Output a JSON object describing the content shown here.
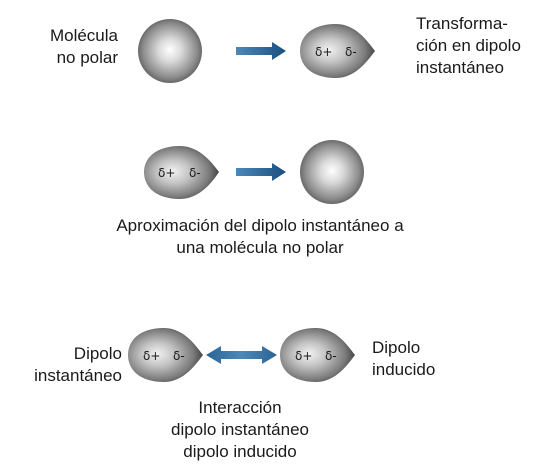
{
  "row1": {
    "left_label": [
      "Molécula",
      "no polar"
    ],
    "right_label": [
      "Transforma-",
      "ción en dipolo",
      "instantáneo"
    ],
    "dipole_plus": "δ+",
    "dipole_minus": "δ-"
  },
  "row2": {
    "dipole_plus": "δ+",
    "dipole_minus": "δ-",
    "caption": [
      "Aproximación del dipolo instantáneo a",
      "una molécula no polar"
    ]
  },
  "row3": {
    "left_label": [
      "Dipolo",
      "instantáneo"
    ],
    "right_label": [
      "Dipolo",
      "inducido"
    ],
    "left_plus": "δ+",
    "left_minus": "δ-",
    "right_plus": "δ+",
    "right_minus": "δ-",
    "caption": [
      "Interacción",
      "dipolo instantáneo",
      "dipolo inducido"
    ]
  },
  "colors": {
    "arrow": "#1f5a8c",
    "sphere_light": "#ffffff",
    "sphere_dark": "#3a3a3a"
  }
}
